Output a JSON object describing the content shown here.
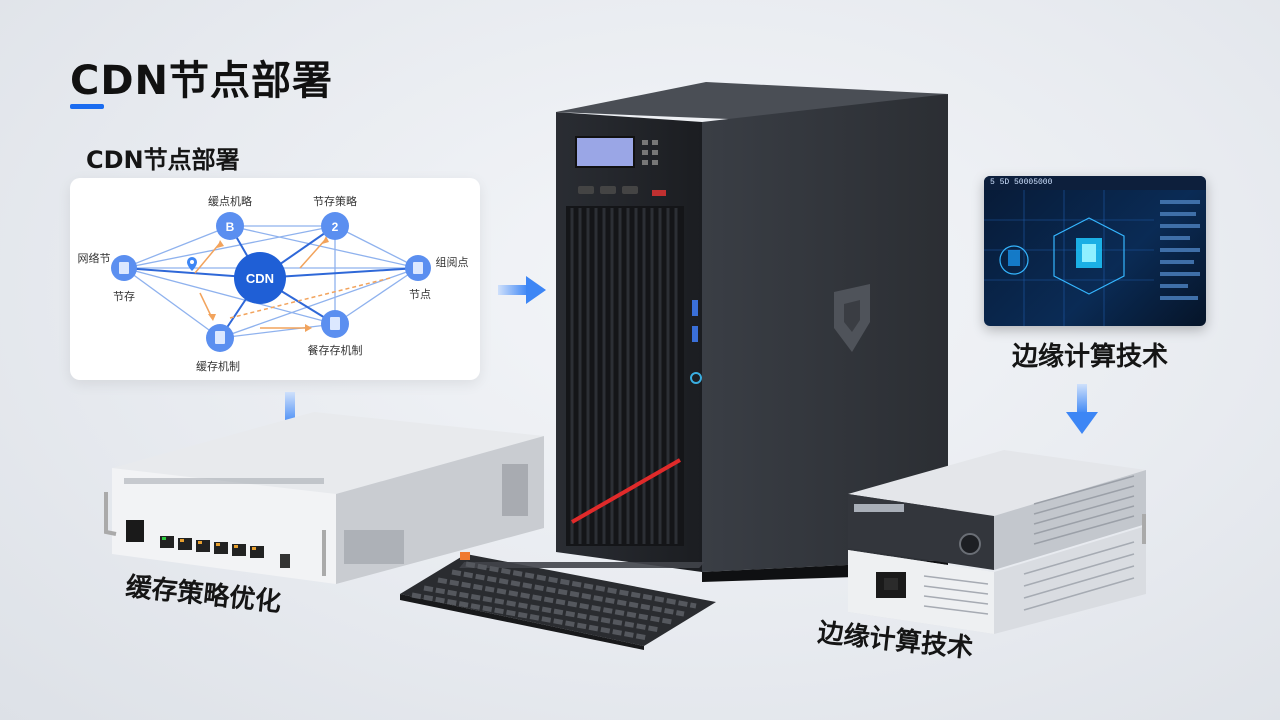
{
  "page": {
    "title": "CDN节点部署",
    "subtitle": "CDN节点部署"
  },
  "diagram": {
    "center": "CDN",
    "nodes": [
      {
        "badge": "B",
        "label": "缓点机略"
      },
      {
        "badge": "2",
        "label": "节存策略"
      },
      {
        "badge": "",
        "label_top": "网络节",
        "label_bottom": "节存"
      },
      {
        "badge": "",
        "label_top": "组阅点",
        "label_bottom": "节点"
      },
      {
        "badge": "",
        "label": "缓存机制"
      },
      {
        "badge": "",
        "label": "餐存存机制"
      }
    ]
  },
  "monitor": {
    "header": "5 5D 50005000"
  },
  "captions": {
    "edge_top": "边缘计算技术",
    "cache_opt": "缓存策略优化",
    "edge_bottom": "边缘计算技术"
  },
  "colors": {
    "accent": "#1a6cf0",
    "node_blue": "#5b8ff0",
    "arrow_blue": "#3d86f5",
    "arrow_orange": "#f2a35c",
    "tower_red": "#e02a2a"
  }
}
